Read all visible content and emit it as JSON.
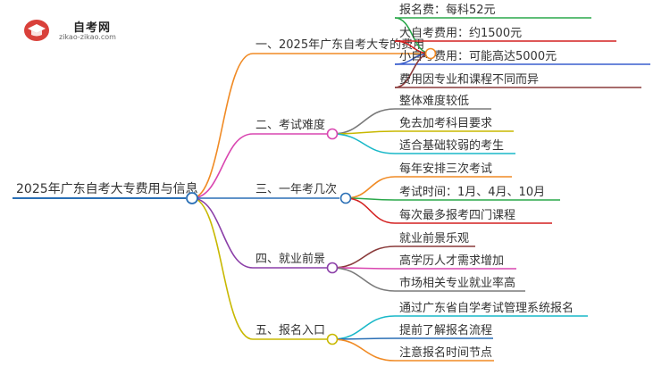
{
  "logo": {
    "title": "自考网",
    "url": "zikao-zikao.com",
    "icon": "graduation-cap-icon",
    "badge_color": "#d9403a"
  },
  "root": {
    "label": "2025年广东自考大专费用与信息",
    "color": "#2a6fb5"
  },
  "branches": [
    {
      "label": "一、2025年广东自考大专的费用",
      "color": "#f08a24",
      "leaves": [
        {
          "label": "报名费：每科52元",
          "color": "#2aa84a"
        },
        {
          "label": "大自考费用：约1500元",
          "color": "#d42020"
        },
        {
          "label": "小自考费用：可能高达5000元",
          "color": "#3a5fcd"
        },
        {
          "label": "费用因专业和课程不同而异",
          "color": "#8a3a3a"
        }
      ]
    },
    {
      "label": "二、考试难度",
      "color": "#d946b0",
      "leaves": [
        {
          "label": "整体难度较低",
          "color": "#7a7a7a"
        },
        {
          "label": "免去加考科目要求",
          "color": "#c8b800"
        },
        {
          "label": "适合基础较弱的考生",
          "color": "#19b8c8"
        }
      ]
    },
    {
      "label": "三、一年考几次",
      "color": "#2a6fb5",
      "leaves": [
        {
          "label": "每年安排三次考试",
          "color": "#f08a24"
        },
        {
          "label": "考试时间：1月、4月、10月",
          "color": "#2aa84a"
        },
        {
          "label": "每次最多报考四门课程",
          "color": "#d42020"
        }
      ]
    },
    {
      "label": "四、就业前景",
      "color": "#8b3fa8",
      "leaves": [
        {
          "label": "就业前景乐观",
          "color": "#8a3a3a"
        },
        {
          "label": "高学历人才需求增加",
          "color": "#d946b0"
        },
        {
          "label": "市场相关专业就业率高",
          "color": "#7a7a7a"
        }
      ]
    },
    {
      "label": "五、报名入口",
      "color": "#c8b800",
      "leaves": [
        {
          "label": "通过广东省自学考试管理系统报名",
          "color": "#19b8c8"
        },
        {
          "label": "提前了解报名流程",
          "color": "#2a6fb5"
        },
        {
          "label": "注意报名时间节点",
          "color": "#f08a24"
        }
      ]
    }
  ]
}
